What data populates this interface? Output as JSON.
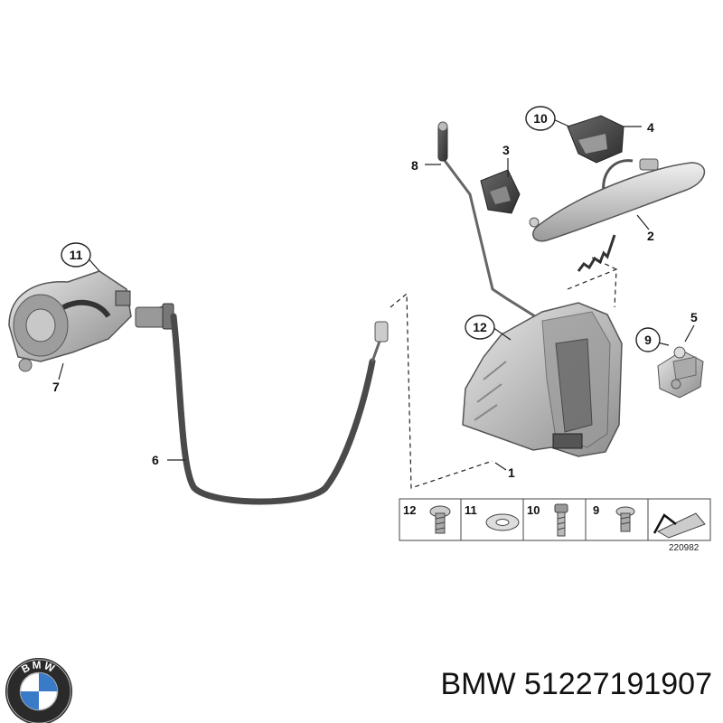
{
  "labels": {
    "l1": "1",
    "l2": "2",
    "l3": "3",
    "l4": "4",
    "l5": "5",
    "l6": "6",
    "l7": "7",
    "l8": "8",
    "c9": "9",
    "c10": "10",
    "c11": "11",
    "c12": "12"
  },
  "fastener_table": {
    "cells": [
      {
        "num": "12",
        "icon": "torx-screw-icon"
      },
      {
        "num": "11",
        "icon": "washer-icon"
      },
      {
        "num": "10",
        "icon": "long-bolt-icon"
      },
      {
        "num": "9",
        "icon": "flat-screw-icon"
      },
      {
        "num": "",
        "icon": "direction-arrow-icon"
      }
    ]
  },
  "diagram_ref": "220982",
  "brand": {
    "text": "BMW 51227191907",
    "logo_letters": "BMW"
  },
  "colors": {
    "part_fill": "#d9d9d9",
    "part_stroke": "#555555",
    "dark_part": "#4a4a4a",
    "cable": "#5a5a5a",
    "logo_blue": "#3a7bc8"
  }
}
